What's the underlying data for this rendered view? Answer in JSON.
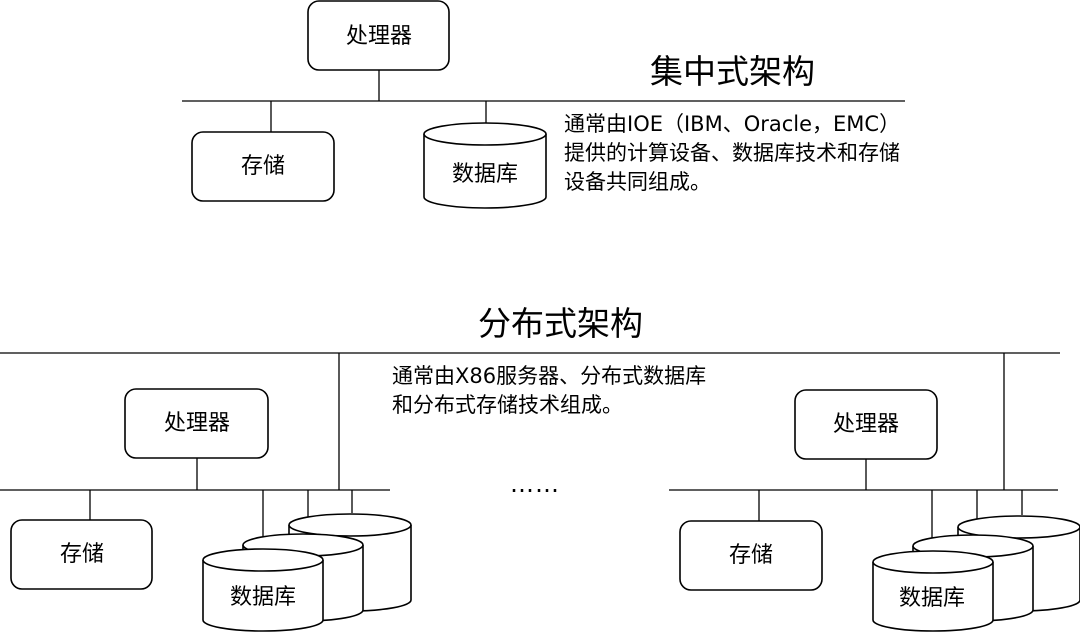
{
  "centralized": {
    "title": "集中式架构",
    "processor": "处理器",
    "storage": "存储",
    "database": "数据库",
    "description": [
      "通常由IOE（IBM、Oracle，EMC）",
      "提供的计算设备、数据库技术和存储",
      "设备共同组成。"
    ]
  },
  "distributed": {
    "title": "分布式架构",
    "description": [
      "通常由X86服务器、分布式数据库",
      "和分布式存储技术组成。"
    ],
    "left_node": {
      "processor": "处理器",
      "storage": "存储",
      "database": "数据库"
    },
    "right_node": {
      "processor": "处理器",
      "storage": "存储",
      "database": "数据库"
    },
    "ellipsis": "……"
  }
}
